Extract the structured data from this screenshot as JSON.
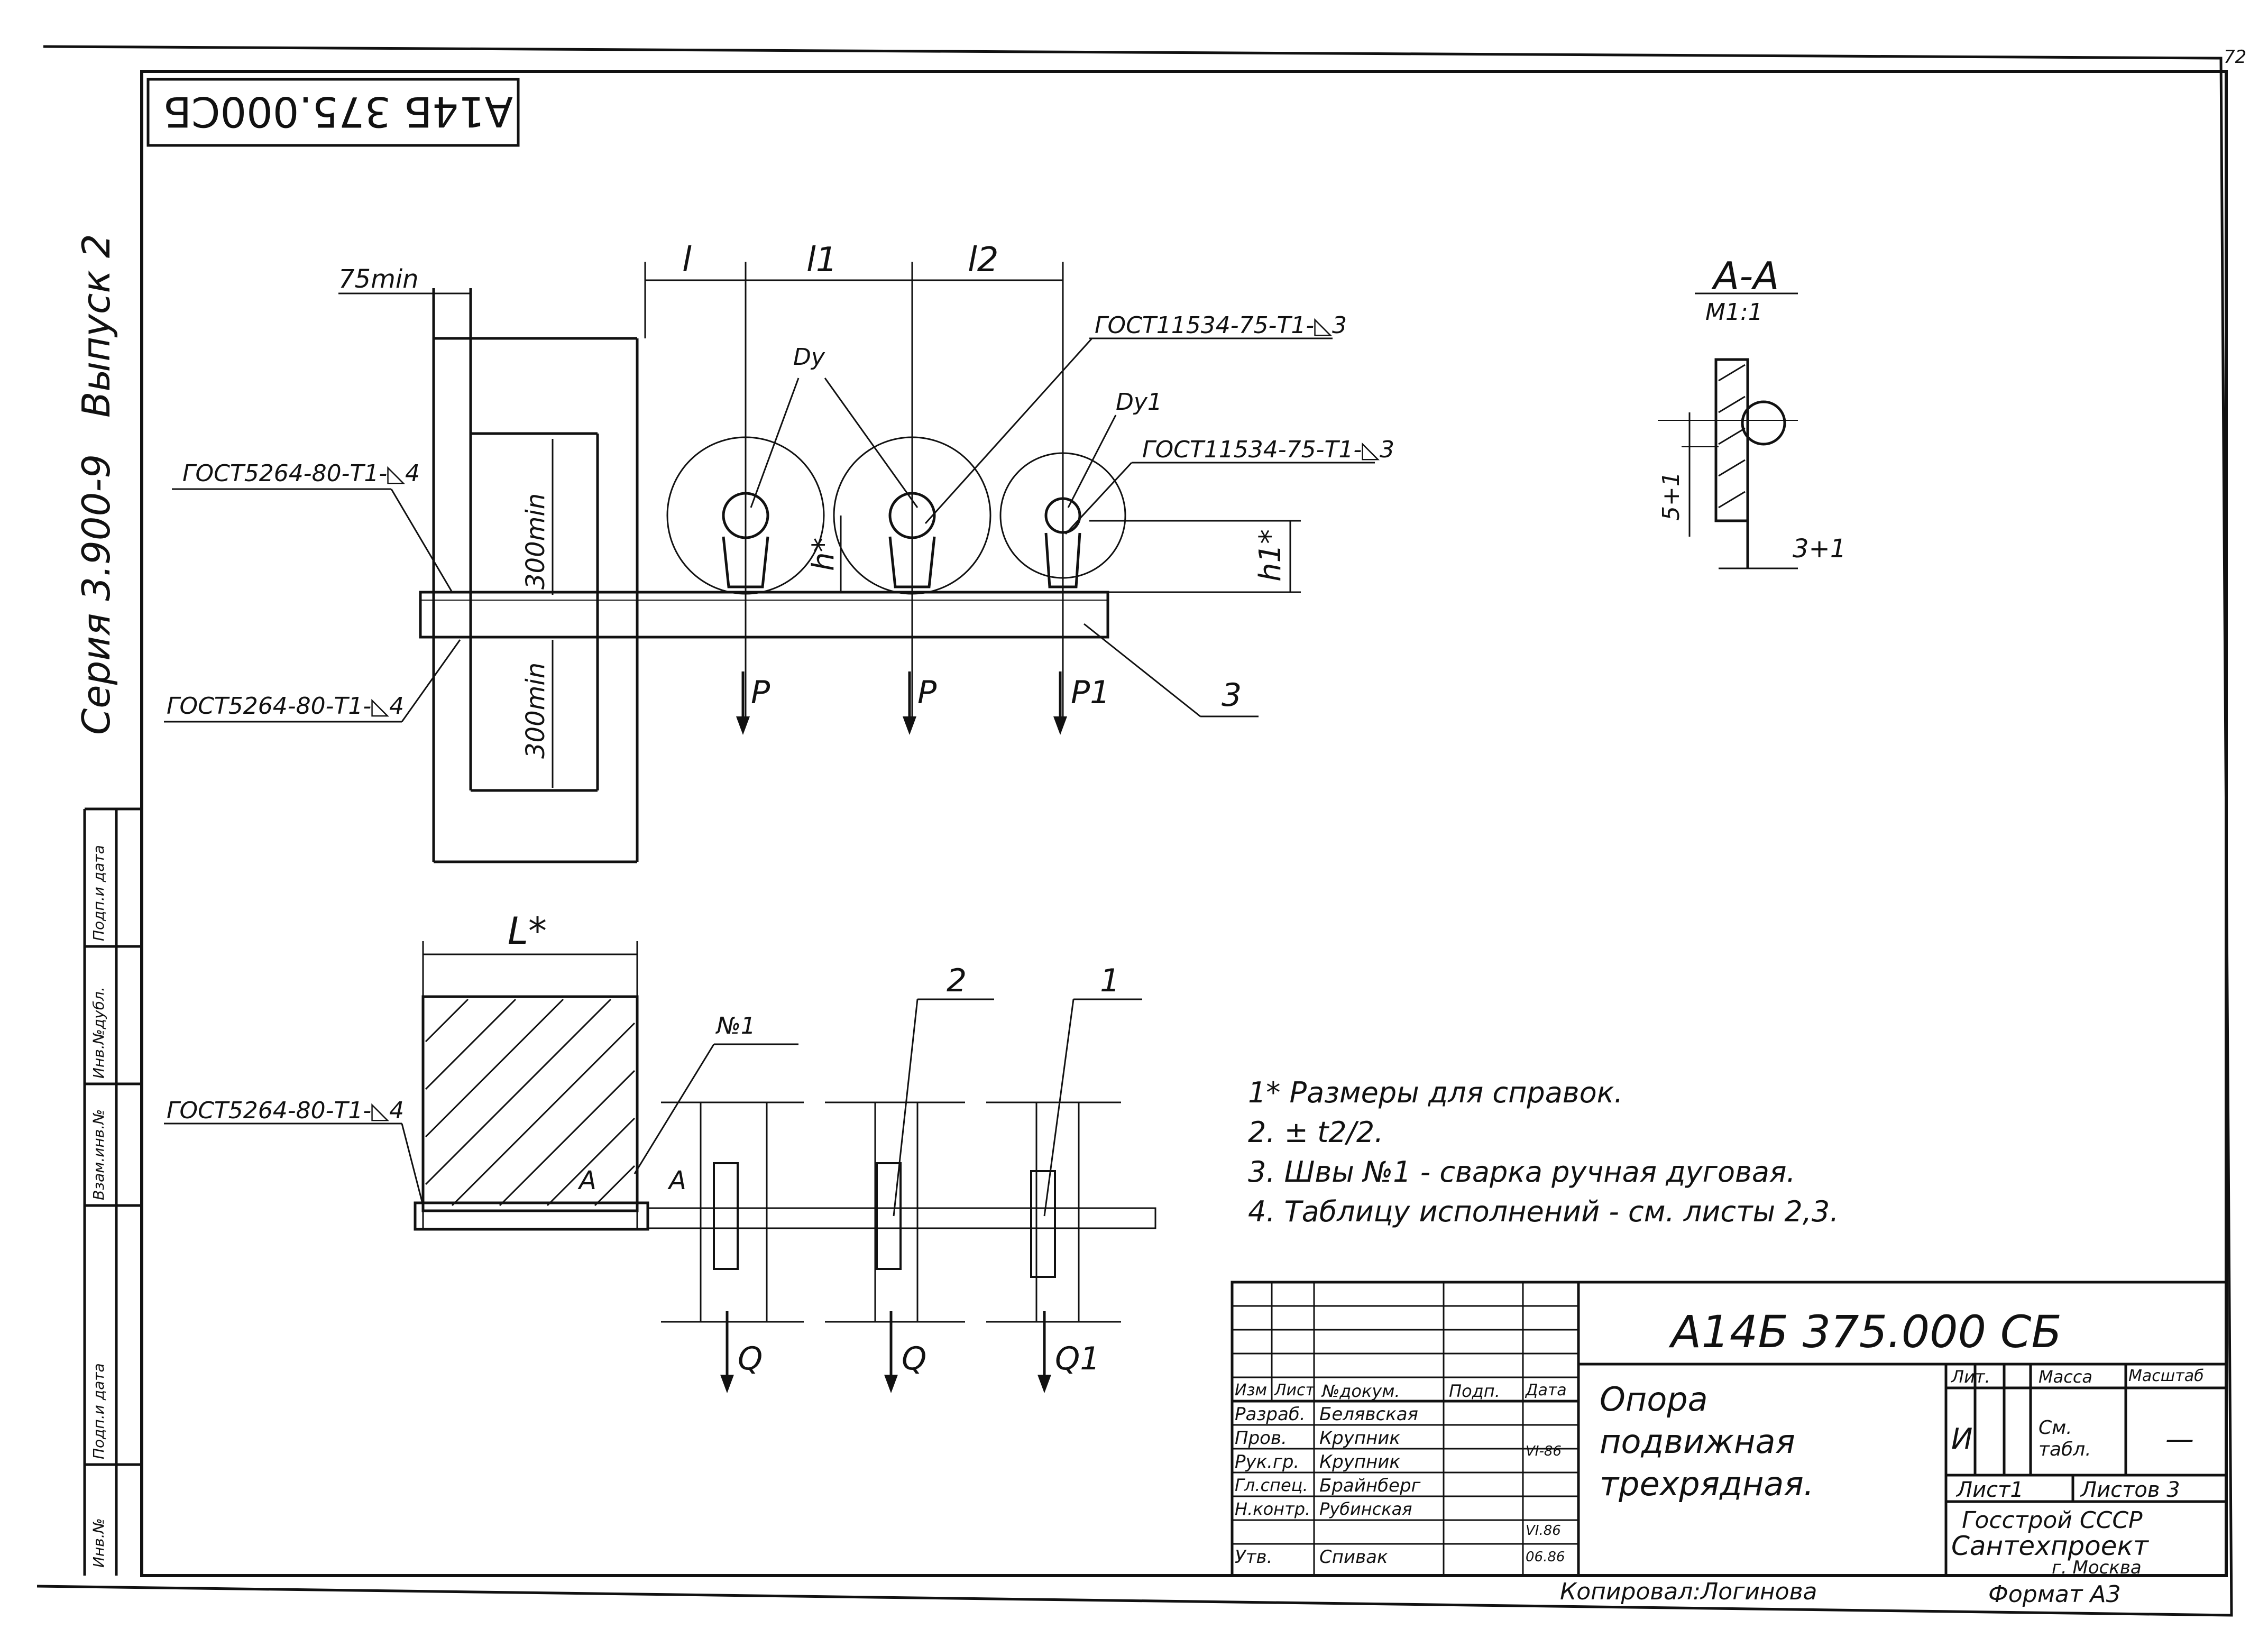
{
  "page_number": "72",
  "stamp_code": "А14Б 375.000СБ",
  "side": {
    "series": "Серия 3.900-9",
    "issue": "Выпуск 2",
    "margin_labels": [
      "Инв.№",
      "Подп.и дата",
      "Взам.инв.№",
      "Инв.№дубл.",
      "Подп.и дата"
    ]
  },
  "main_view": {
    "dim_75min": "75min",
    "dim_300min_top": "300min",
    "dim_300min_bottom": "300min",
    "dim_l": "l",
    "dim_l1": "l1",
    "dim_l2": "l2",
    "dim_h": "h*",
    "dim_h1": "h1*",
    "label_dy": "Dy",
    "label_dy1": "Dy1",
    "weld_top_left": "ГОСТ5264-80-Т1-◺4",
    "weld_bottom_left": "ГОСТ5264-80-Т1-◺4",
    "weld_pipe1": "ГОСТ11534-75-Т1-◺3",
    "weld_pipe2": "ГОСТ11534-75-Т1-◺3",
    "load_p1": "P",
    "load_p2": "P",
    "load_p3": "P1",
    "part_3": "3"
  },
  "plan_view": {
    "dim_L": "L*",
    "weld_left": "ГОСТ5264-80-Т1-◺4",
    "weld_no1": "№1",
    "section_a_left": "А",
    "section_a_right": "А",
    "part_2": "2",
    "part_1": "1",
    "load_q1": "Q",
    "load_q2": "Q",
    "load_q3": "Q1"
  },
  "section_aa": {
    "title": "А-А",
    "scale": "М1:1",
    "dim_5": "5+1",
    "dim_3": "3+1"
  },
  "notes": [
    "1* Размеры для справок.",
    "2. ± t2/2.",
    "3. Швы №1 - сварка ручная дуговая.",
    "4. Таблицу исполнений - см. листы 2,3."
  ],
  "title_block": {
    "doc_code": "А14Б 375.000 СБ",
    "title_lines": [
      "Опора",
      "подвижная",
      "трехрядная."
    ],
    "headers": {
      "izm": "Изм",
      "list": "Лист",
      "ndoc": "№докум.",
      "podp": "Подп.",
      "data": "Дата",
      "lit": "Лит.",
      "massa": "Масса",
      "masshtab": "Масштаб"
    },
    "rows": [
      {
        "role": "Разраб.",
        "name": "Белявская",
        "date": ""
      },
      {
        "role": "Пров.",
        "name": "Крупник",
        "date": "VI-86"
      },
      {
        "role": "Рук.гр.",
        "name": "Крупник",
        "date": ""
      },
      {
        "role": "Гл.спец.",
        "name": "Брайнберг",
        "date": ""
      },
      {
        "role": "Н.контр.",
        "name": "Рубинская",
        "date": "VI.86"
      },
      {
        "role": "Утв.",
        "name": "Спивак",
        "date": "06.86"
      }
    ],
    "lit_value": "И",
    "massa_value": "См. табл.",
    "masshtab_value": "—",
    "sheet": "Лист1",
    "sheets": "Листов 3",
    "org_line1": "Госстрой СССР",
    "org_line2": "Сантехпроект",
    "org_line3": "г. Москва"
  },
  "copied_by": "Копировал:Логинова",
  "format": "Формат А3"
}
